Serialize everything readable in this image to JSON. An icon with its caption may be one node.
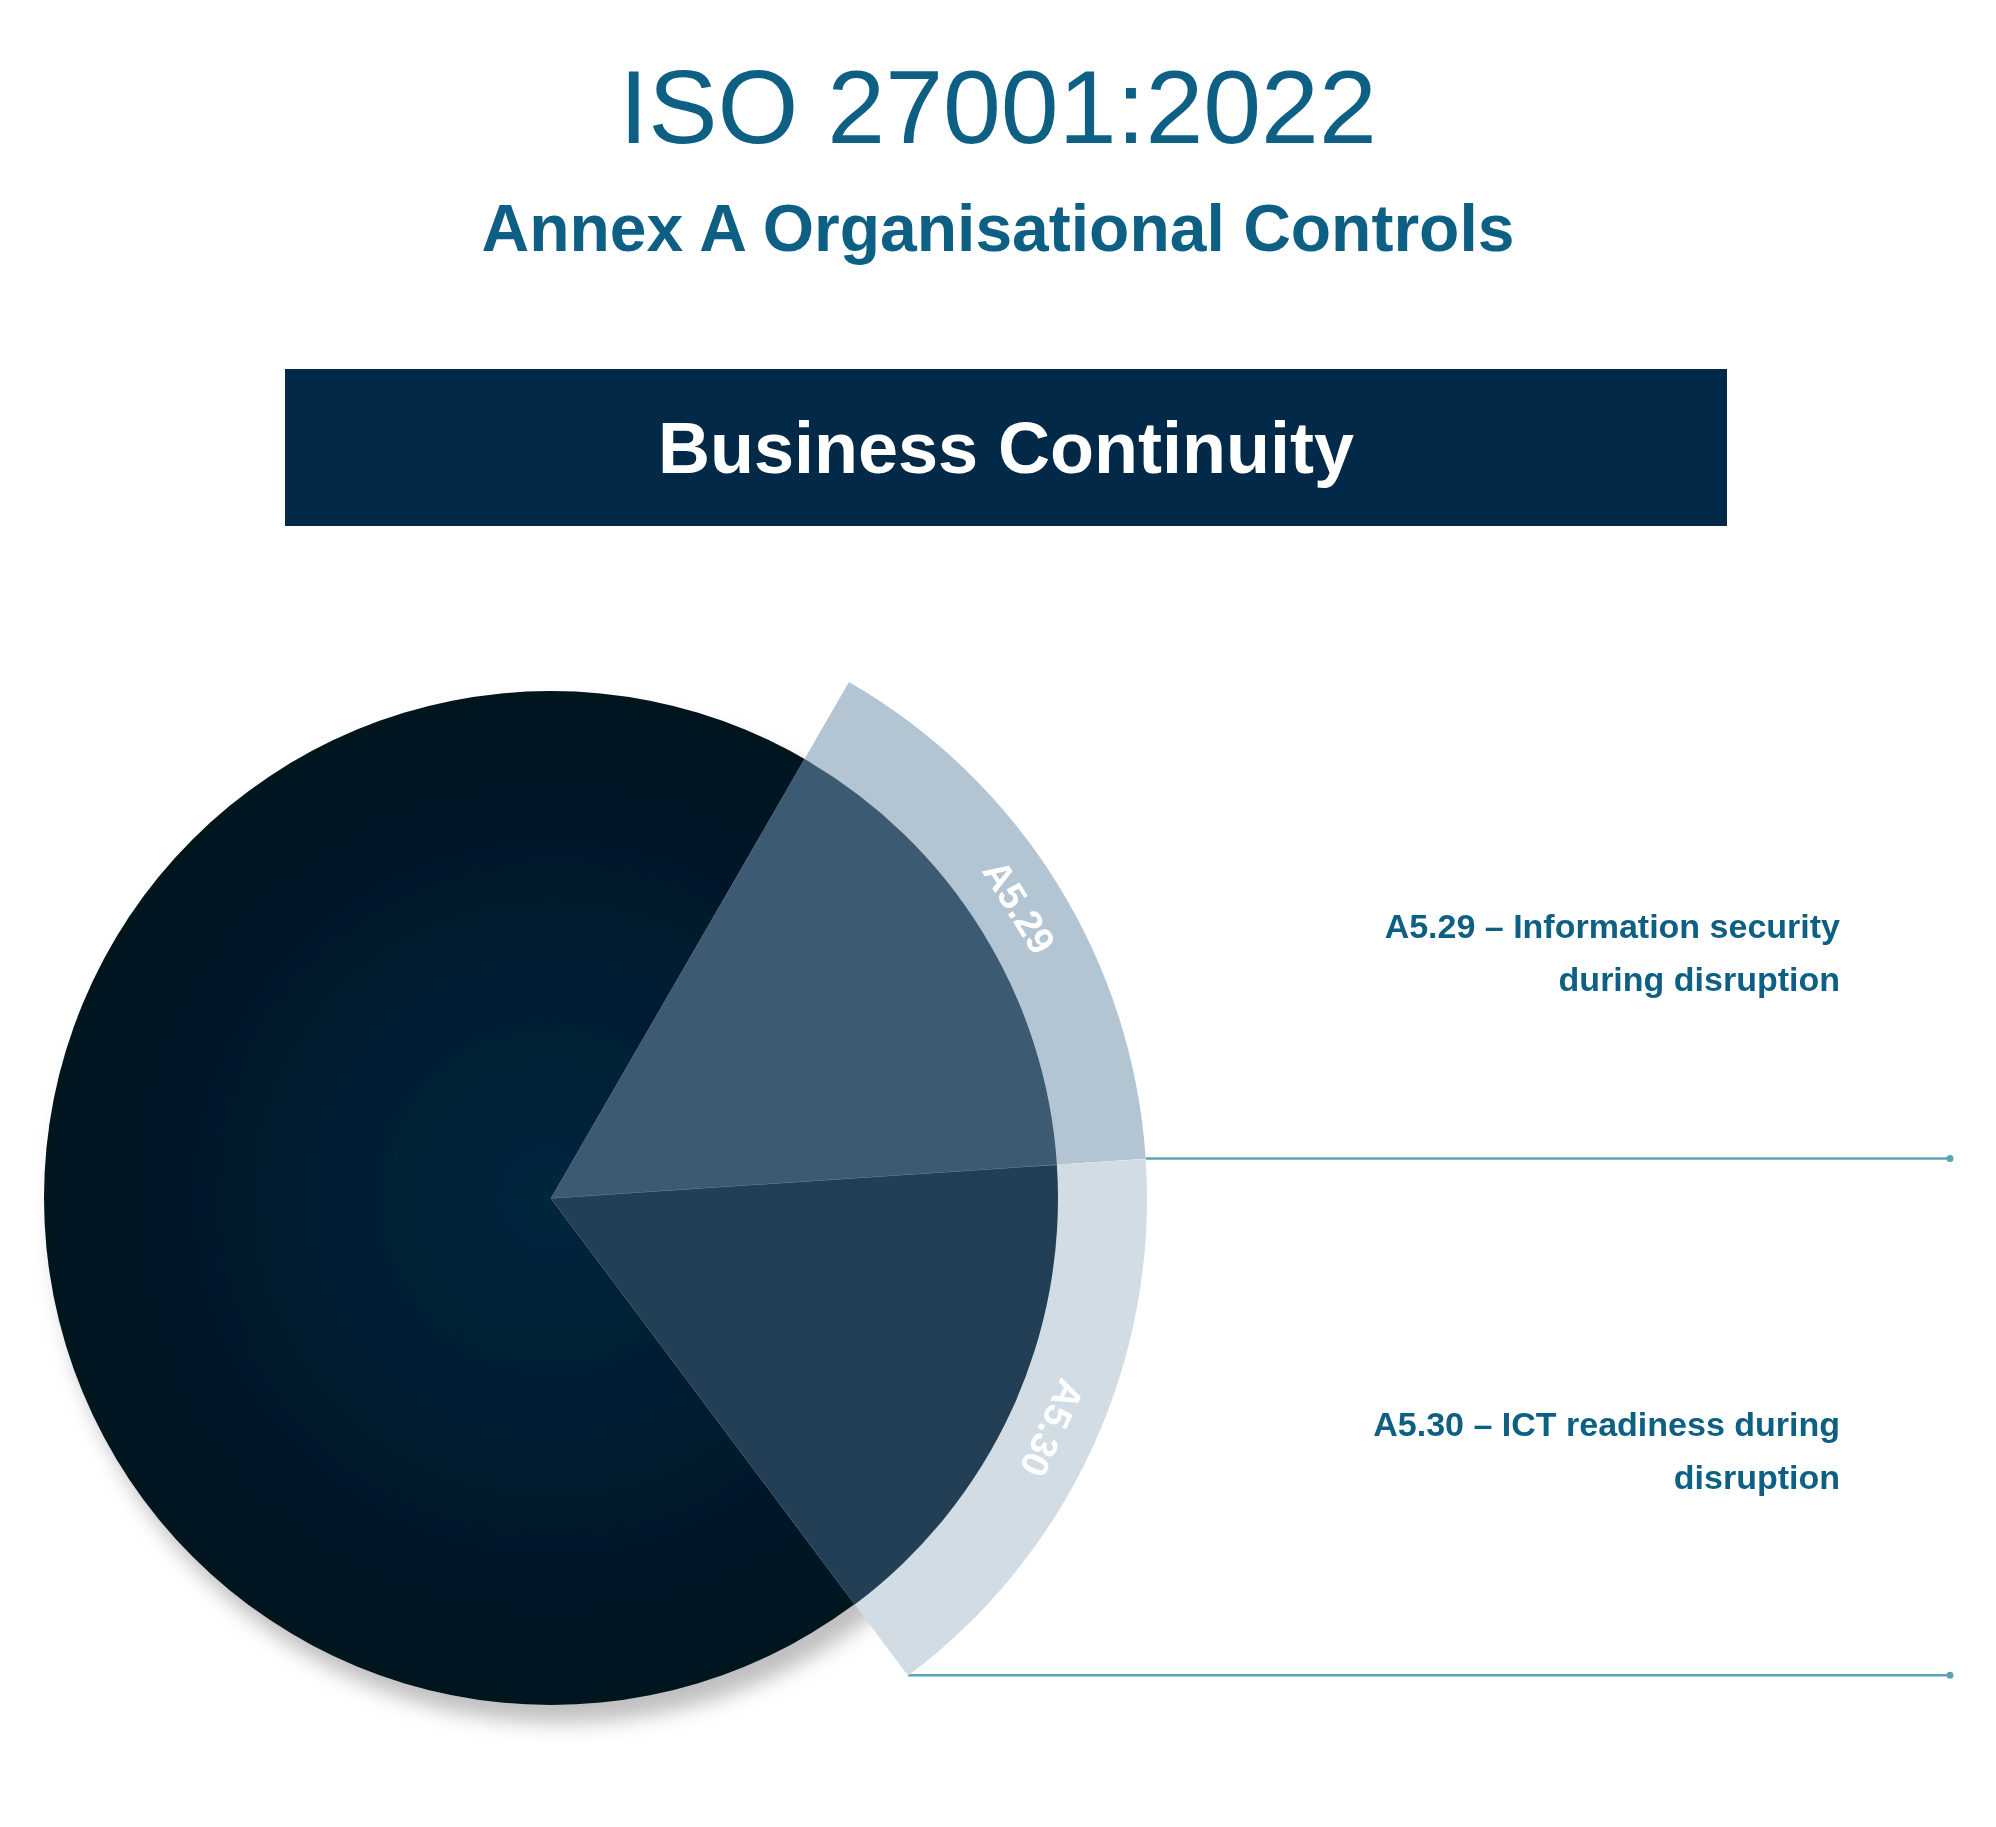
{
  "diagram": {
    "title": "ISO 27001:2022",
    "nodes": [
      {
        "text": [
          "Business Continuity"
        ]
      },
      {
        "text": [
          "A5.29"
        ]
      },
      {
        "text": [
          "A5.30"
        ]
      },
      {
        "text": [
          "A5.29 – Information security during disruption"
        ]
      },
      {
        "text": [
          "A5.30 – ICT readiness during disruption"
        ]
      }
    ],
    "edges": [
      {
        "from": 1,
        "to": null,
        "arrow": "other"
      },
      {
        "from": 2,
        "to": null,
        "arrow": "other"
      }
    ],
    "labels": [
      "Annex A Organisational Controls"
    ]
  }
}
